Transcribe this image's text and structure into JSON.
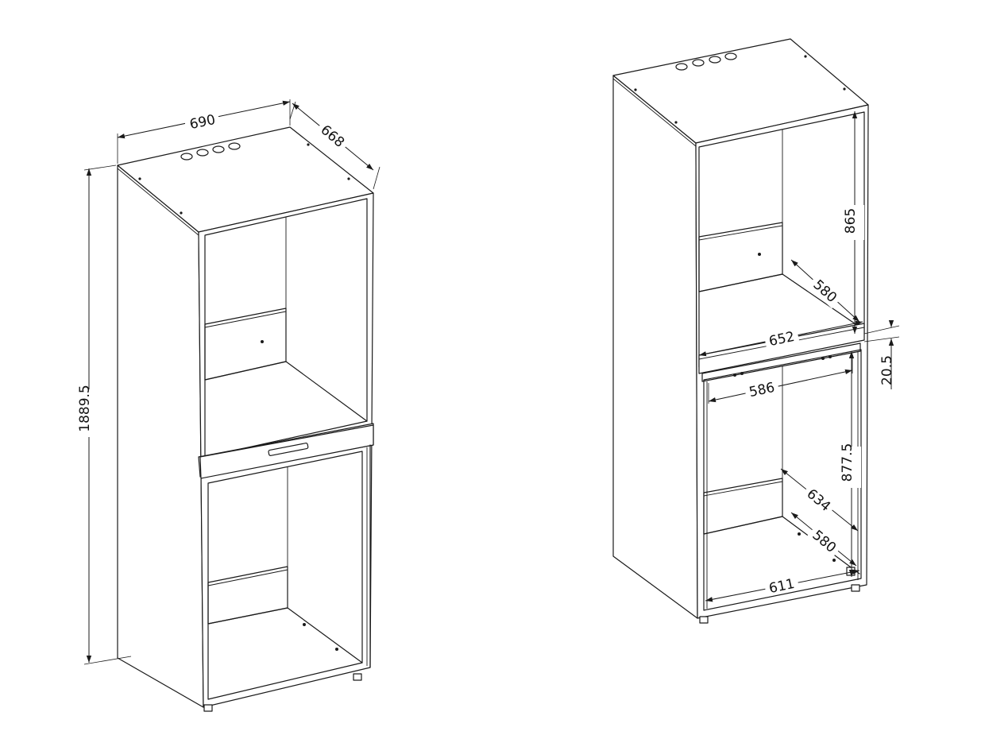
{
  "dimensions": {
    "width": "690",
    "depth": "668",
    "height": "1889.5",
    "upper_niche_height": "865",
    "upper_niche_depth": "580",
    "inner_width": "652",
    "shelf_thickness": "20.5",
    "drawer_width": "586",
    "lower_niche_height": "877.5",
    "lower_niche_diagonal": "634",
    "lower_niche_depth": "580",
    "lower_niche_width": "611"
  },
  "colors": {
    "line": "#1a1a1a",
    "background": "#ffffff"
  }
}
